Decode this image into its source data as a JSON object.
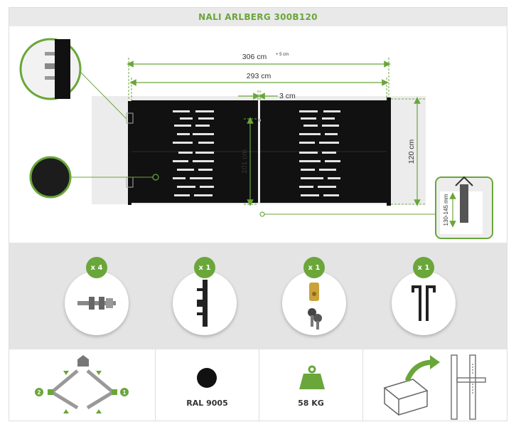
{
  "title": "NALI ARLBERG 300B120",
  "dimensions": {
    "total_width": "306 cm",
    "total_width_tolerance": "+ 5 cm",
    "inner_width": "293 cm",
    "gap": "3 cm",
    "leaf_height": "101 cm",
    "total_height": "120 cm",
    "post_height": "130-145 mm"
  },
  "accessories": [
    {
      "qty": "x 4",
      "icon": "bolt-icon"
    },
    {
      "qty": "x 1",
      "icon": "hinge-bracket-icon"
    },
    {
      "qty": "x 1",
      "icon": "lock-cylinder-keys-icon"
    },
    {
      "qty": "x 1",
      "icon": "door-handles-icon"
    }
  ],
  "footer": {
    "opening_left": "2",
    "opening_right": "1",
    "color": "RAL 9005",
    "weight": "58 KG"
  },
  "colors": {
    "accent": "#6aa63a",
    "gate": "#111111",
    "panel_bg": "#e4e4e4"
  }
}
